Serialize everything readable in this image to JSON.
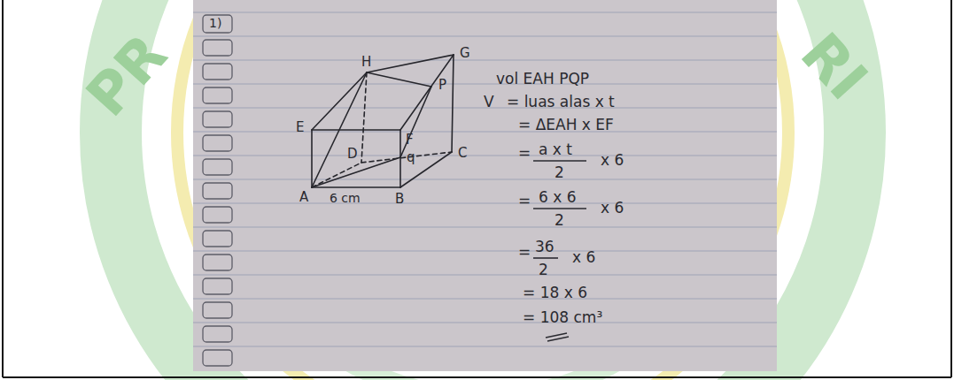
{
  "diagram": {
    "labels": [
      "PR",
      "RI",
      "1)",
      "H",
      "G",
      "P",
      "E",
      "F",
      "q",
      "D",
      "C",
      "A",
      "6 cm",
      "B",
      "vol EAH PQP",
      "V",
      "= luas alas x t",
      "= ΔEAH x EF",
      "=",
      "a x t",
      "2",
      "x 6",
      "=",
      "6 x 6",
      "2",
      "x 6",
      "=",
      "36",
      "2",
      "x 6",
      "= 18 x 6",
      "= 108 cm³"
    ]
  }
}
